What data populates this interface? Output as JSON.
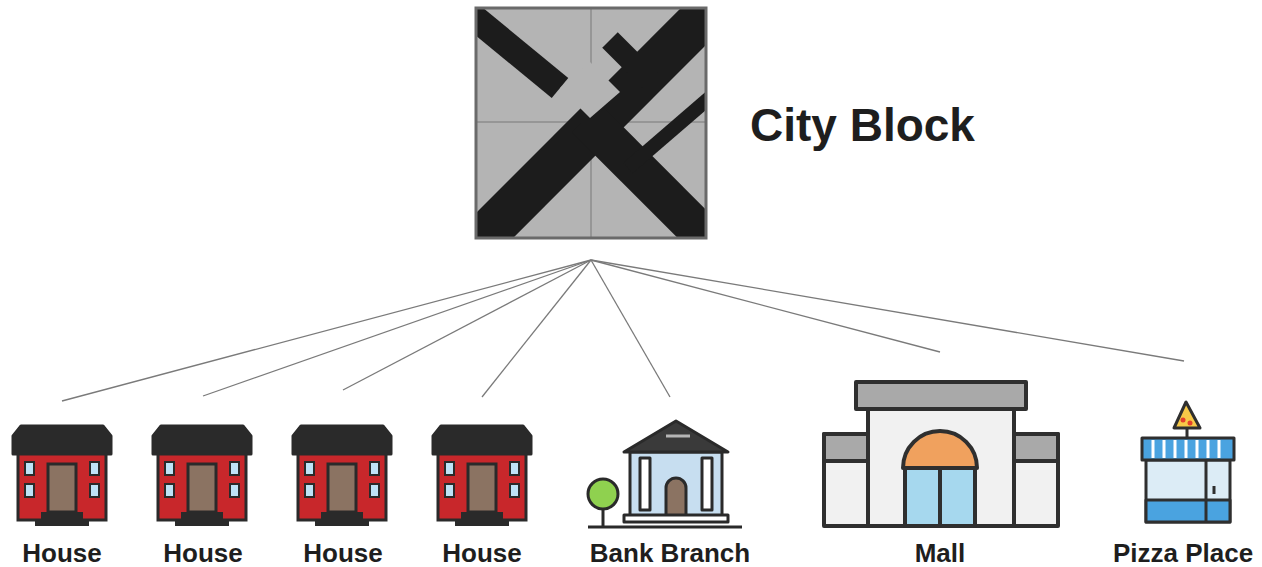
{
  "diagram": {
    "nodes": [
      {
        "text": [
          "City Block"
        ]
      },
      {
        "text": [
          "House"
        ]
      },
      {
        "text": [
          "House"
        ]
      },
      {
        "text": [
          "House"
        ]
      },
      {
        "text": [
          "House"
        ]
      },
      {
        "text": [
          "Bank Branch"
        ]
      },
      {
        "text": [
          "Mall"
        ]
      },
      {
        "text": [
          "Pizza Place"
        ]
      }
    ],
    "edges": [
      {
        "from": 0,
        "to": 1,
        "arrow": "none"
      },
      {
        "from": 0,
        "to": 2,
        "arrow": "none"
      },
      {
        "from": 0,
        "to": 3,
        "arrow": "none"
      },
      {
        "from": 0,
        "to": 4,
        "arrow": "none"
      },
      {
        "from": 0,
        "to": 5,
        "arrow": "none"
      },
      {
        "from": 0,
        "to": 6,
        "arrow": "none"
      },
      {
        "from": 0,
        "to": 7,
        "arrow": "none"
      }
    ]
  }
}
